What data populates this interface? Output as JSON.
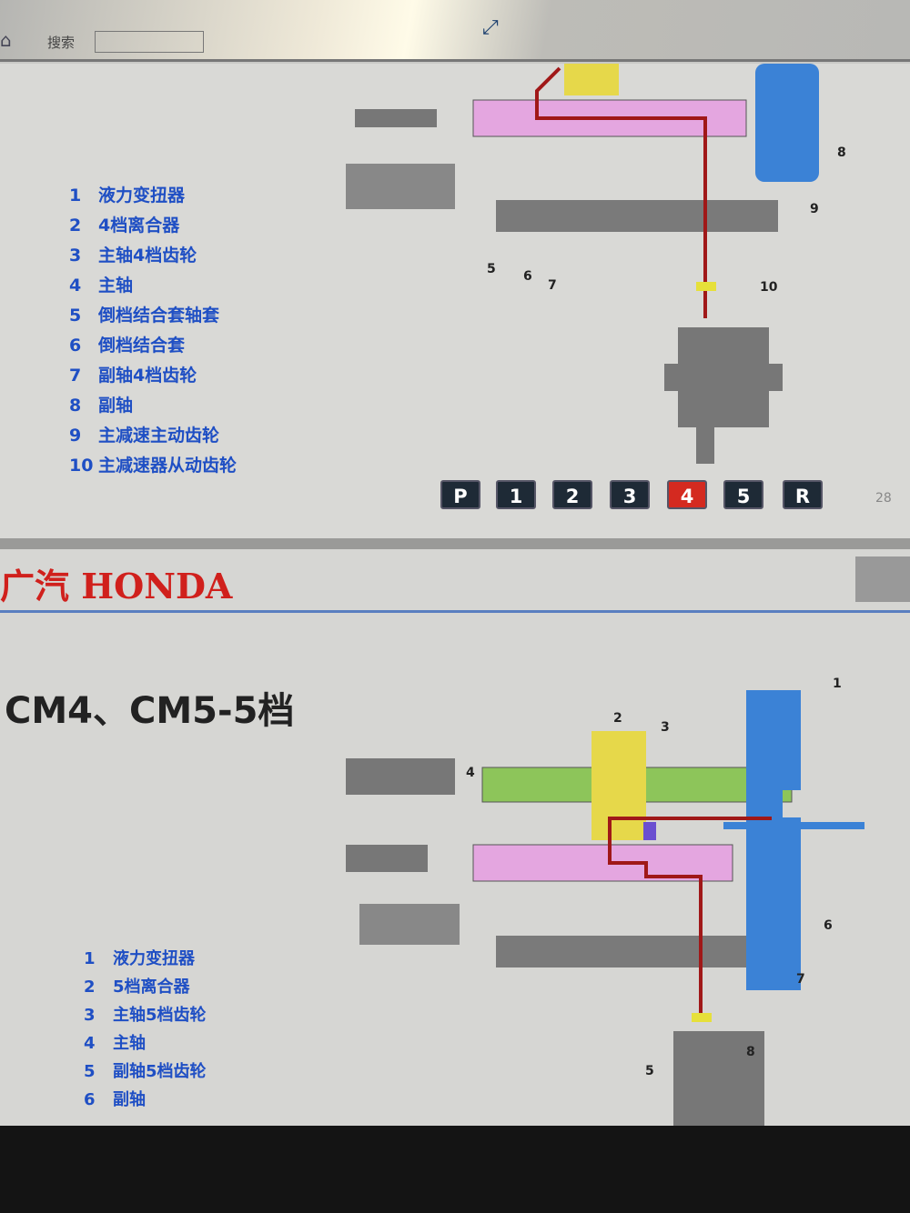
{
  "toolbar": {
    "search_label": "搜索",
    "home_icon": "home-icon",
    "fullscreen_icon": "fullscreen-icon"
  },
  "slide1": {
    "legend": [
      {
        "n": "1",
        "t": "液力变扭器"
      },
      {
        "n": "2",
        "t": "4档离合器"
      },
      {
        "n": "3",
        "t": "主轴4档齿轮"
      },
      {
        "n": "4",
        "t": "主轴"
      },
      {
        "n": "5",
        "t": "倒档结合套轴套"
      },
      {
        "n": "6",
        "t": "倒档结合套"
      },
      {
        "n": "7",
        "t": "副轴4档齿轮"
      },
      {
        "n": "8",
        "t": "副轴"
      },
      {
        "n": "9",
        "t": "主减速主动齿轮"
      },
      {
        "n": "10",
        "t": "主减速器从动齿轮"
      }
    ],
    "diagram_labels": [
      "5",
      "6",
      "7",
      "8",
      "9",
      "10"
    ],
    "gears": [
      "P",
      "1",
      "2",
      "3",
      "4",
      "5",
      "R"
    ],
    "active_gear": "4",
    "page_number": "28",
    "colors": {
      "active": "#d42a20",
      "gear_button": "#1e2a36",
      "legend": "#1f4fc4"
    }
  },
  "slide2": {
    "logo": "广汽 HONDA",
    "title": "CM4、CM5-5档",
    "legend": [
      {
        "n": "1",
        "t": "液力变扭器"
      },
      {
        "n": "2",
        "t": "5档离合器"
      },
      {
        "n": "3",
        "t": "主轴5档齿轮"
      },
      {
        "n": "4",
        "t": "主轴"
      },
      {
        "n": "5",
        "t": "副轴5档齿轮"
      },
      {
        "n": "6",
        "t": "副轴"
      }
    ],
    "diagram_labels": [
      "1",
      "2",
      "3",
      "4",
      "5",
      "6",
      "7",
      "8"
    ],
    "colors": {
      "logo": "#d0201c",
      "mainshaft": "#8dc55a",
      "countershaft": "#e4a6e0",
      "converter": "#3b82d6",
      "powerflow": "#a01818"
    }
  }
}
